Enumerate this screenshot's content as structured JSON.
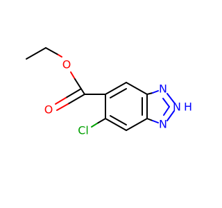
{
  "molecule": {
    "atoms": {
      "o_carbonyl": "O",
      "o_ester": "O",
      "cl": "Cl",
      "n1": "N",
      "n2": "N",
      "n2_h": "H",
      "n3": "N"
    },
    "colors": {
      "carbon_bond": "#000000",
      "oxygen": "#ff0000",
      "nitrogen": "#0000ff",
      "chlorine": "#00a000"
    }
  }
}
